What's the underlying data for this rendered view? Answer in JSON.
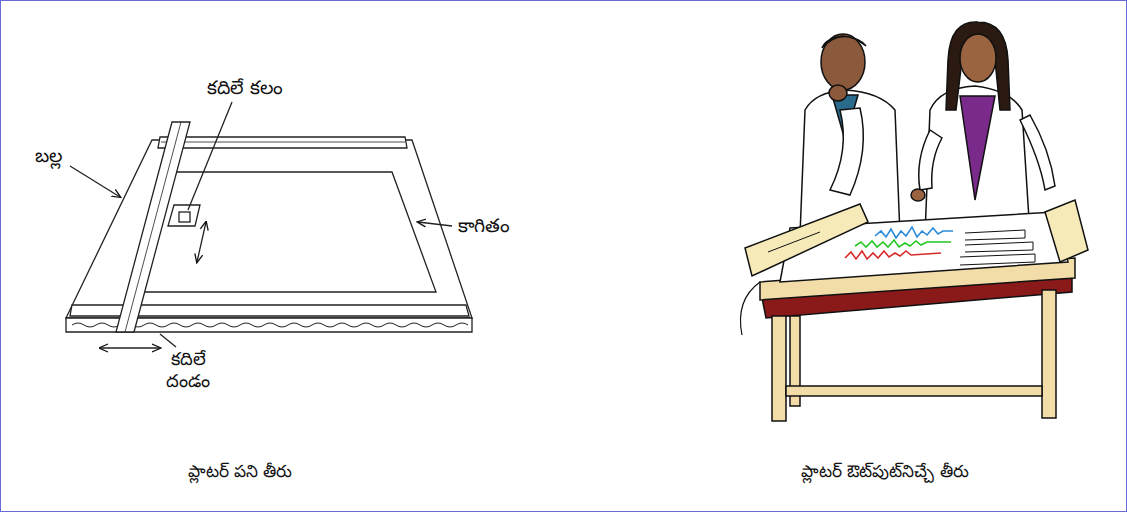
{
  "diagram": {
    "labels": [
      "కదిలే కలం",
      "బల్ల",
      "కాగితం",
      "కదిలే దండం",
      "ప్లాటర్ పని తీరు",
      "ప్లాటర్ ఔట్‌పుట్‌నిచ్చే తీరు"
    ]
  }
}
